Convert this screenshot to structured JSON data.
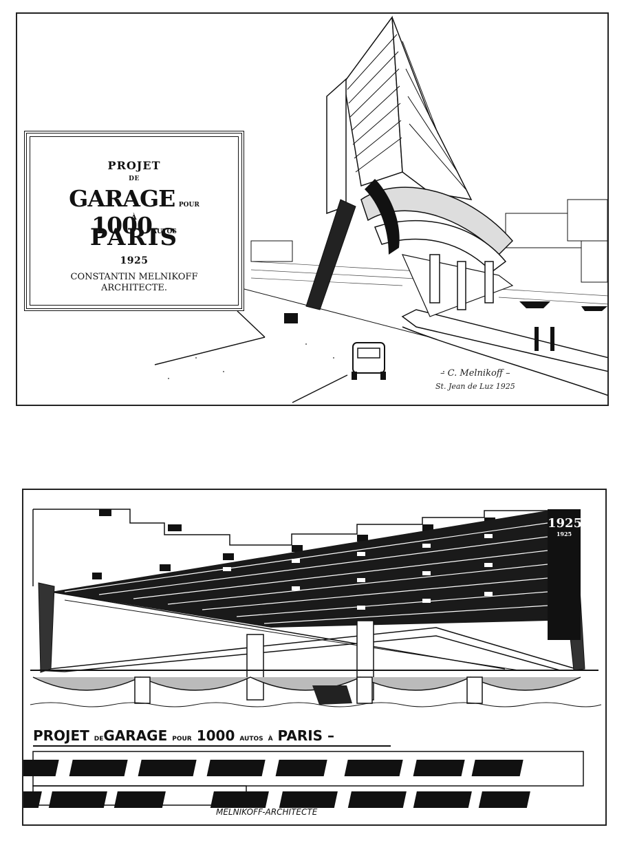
{
  "top_drawing": {
    "projet": "PROJET",
    "de": "DE",
    "garage": "GARAGE",
    "pour": "POUR",
    "count": "1000",
    "autos": "AUTOS",
    "a": "À",
    "paris": "PARIS",
    "year": "1925",
    "architect": "CONSTANTIN MELNIKOFF",
    "architect_title": "ARCHITECTE.",
    "signature_line1": "– C. Melnikoff –",
    "signature_line2": "St. Jean de Luz 1925"
  },
  "bottom_drawing": {
    "year_plate": "1925",
    "year_plate_small": "1925",
    "caption_projet": "PROJET",
    "caption_de": "DE",
    "caption_garage": "GARAGE",
    "caption_pour": "POUR",
    "caption_count": "1000",
    "caption_autos": "AUTOS",
    "caption_a": "À",
    "caption_paris": "PARIS –",
    "credit": "MELNIKOFF-ARCHITECTE"
  },
  "colors": {
    "ink": "#111111",
    "paper": "#ffffff"
  }
}
